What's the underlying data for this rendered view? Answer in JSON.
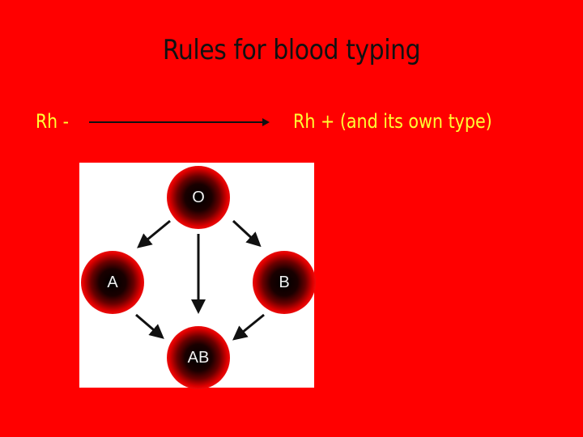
{
  "slide": {
    "title": "Rules for blood typing",
    "rule": {
      "from": "Rh -",
      "to": "Rh + (and its own type)"
    }
  },
  "diagram": {
    "cells": [
      {
        "id": "O",
        "label": "O"
      },
      {
        "id": "A",
        "label": "A"
      },
      {
        "id": "B",
        "label": "B"
      },
      {
        "id": "AB",
        "label": "AB"
      }
    ],
    "arrows": [
      {
        "from": "O",
        "to": "A"
      },
      {
        "from": "O",
        "to": "B"
      },
      {
        "from": "O",
        "to": "AB"
      },
      {
        "from": "A",
        "to": "AB"
      },
      {
        "from": "B",
        "to": "AB"
      }
    ]
  },
  "colors": {
    "background": "#ff0000",
    "title": "#111111",
    "rule_text": "#ffff33"
  }
}
